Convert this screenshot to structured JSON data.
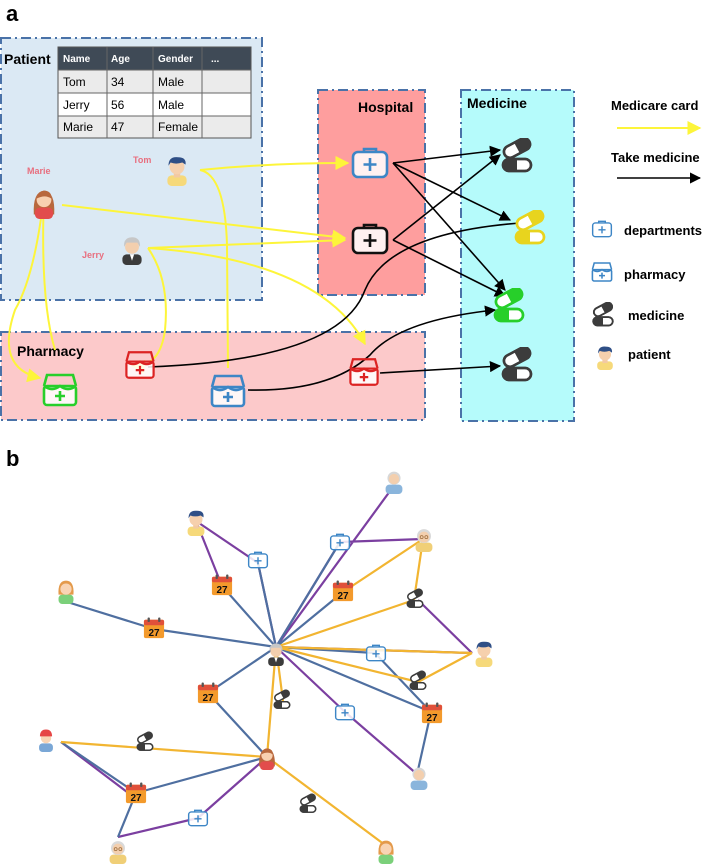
{
  "panel_a": {
    "label": "a",
    "patient_title": "Patient",
    "hospital_title": "Hospital",
    "medicine_title": "Medicine",
    "pharmacy_title": "Pharmacy",
    "table": {
      "headers": [
        "Name",
        "Age",
        "Gender",
        "..."
      ],
      "rows": [
        [
          "Tom",
          "34",
          "Male",
          ""
        ],
        [
          "Jerry",
          "56",
          "Male",
          ""
        ],
        [
          "Marie",
          "47",
          "Female",
          ""
        ]
      ]
    },
    "patients": [
      "Marie",
      "Tom",
      "Jerry"
    ],
    "legend": {
      "medicare": "Medicare card",
      "take": "Take medicine",
      "departments": "departments",
      "pharmacy": "pharmacy",
      "medicine": "medicine",
      "patient": "patient"
    },
    "colors": {
      "patient_bg": "#dbe9f4",
      "hospital_bg": "#fe9e9e",
      "medicine_bg": "#b5fbfb",
      "pharmacy_bg": "#fcc9ca",
      "medicare_edge": "#fdf53a",
      "take_edge": "#000000"
    }
  },
  "panel_b": {
    "label": "b",
    "calendar_day": "27",
    "edge_colors": {
      "purple": "#7b3fa0",
      "blue": "#4f6fa0",
      "orange": "#f2b531"
    }
  }
}
